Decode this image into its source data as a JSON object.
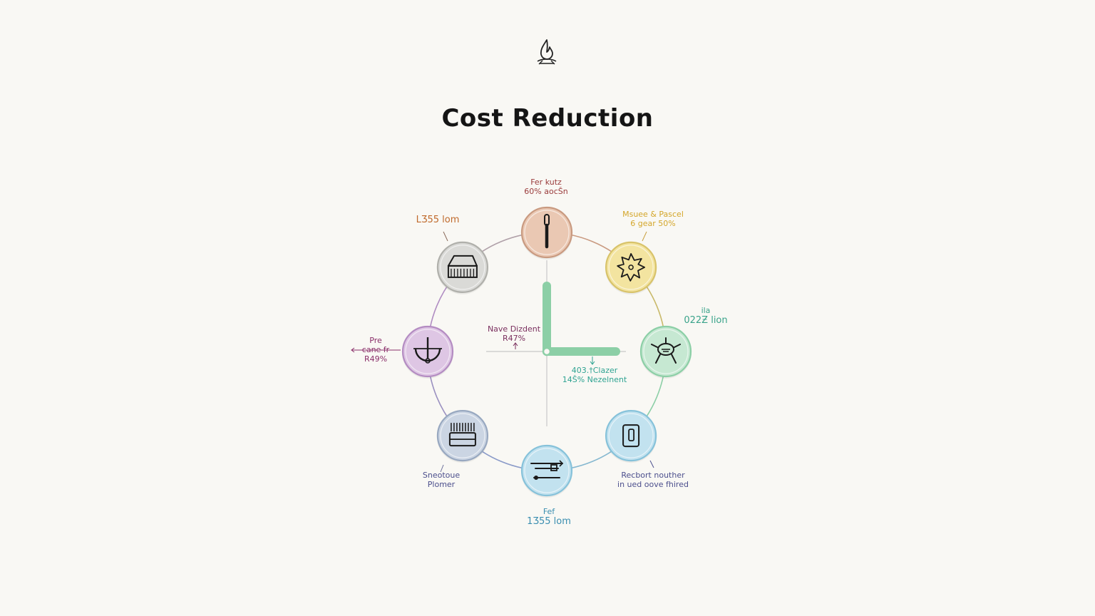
{
  "title": "Cost Reduction",
  "logo_icon": "campfire-icon",
  "colors": {
    "ring": "#a7a2c2",
    "hand": "#8ccfa6",
    "crosshair": "#c8c8c8"
  },
  "nodes": [
    {
      "id": "top",
      "icon": "screwdriver-icon",
      "fill": "#eac8b3",
      "border": "#c99a80",
      "label_color": "#9a3b3b",
      "lines": [
        "Fer kutz",
        "60% aocŠn"
      ]
    },
    {
      "id": "top-right",
      "icon": "gear-burst-icon",
      "fill": "#f3e4a0",
      "border": "#d8c36a",
      "label_color": "#d4a62a",
      "lines": [
        "Msuee & Pascel",
        "6 gear 50%"
      ]
    },
    {
      "id": "right",
      "icon": "sun-gear-icon",
      "fill": "#c6e8d2",
      "border": "#8ccfa6",
      "label_color": "#3aa38a",
      "lines": [
        "ila",
        "022Ƶ lion"
      ]
    },
    {
      "id": "bottom-right",
      "icon": "bottle-icon",
      "fill": "#c2e2ef",
      "border": "#86c2da",
      "label_color": "#4b4e8c",
      "lines": [
        "Recbort nouther",
        "in ued oove fhired"
      ]
    },
    {
      "id": "bottom",
      "icon": "tools-icon",
      "fill": "#c2e2ef",
      "border": "#86c2da",
      "label_color": "#3a8eb0",
      "lines": [
        "Fef",
        "1Ʒ55 lom"
      ]
    },
    {
      "id": "bottom-left",
      "icon": "server-rack-icon",
      "fill": "#cbd5e3",
      "border": "#98a8c0",
      "label_color": "#4b4e8c",
      "lines": [
        "Sneotoue",
        "Plomer"
      ]
    },
    {
      "id": "left",
      "icon": "plug-circle-icon",
      "fill": "#dec6e4",
      "border": "#b48cc2",
      "label_color": "#8a2f6a",
      "lines": [
        "Pre",
        "cane fr",
        "R49%"
      ]
    },
    {
      "id": "top-left",
      "icon": "warehouse-icon",
      "fill": "#dadad7",
      "border": "#b0b0ab",
      "label_color": "#c06a2c",
      "lines": [
        "LƷ55 lom"
      ]
    }
  ],
  "center_labels": [
    {
      "id": "center-left",
      "color": "#7a2f5e",
      "lines": [
        "Nave Dizdent",
        "R47%"
      ]
    },
    {
      "id": "center-bottom",
      "color": "#2fa392",
      "lines": [
        "403.†Clazer",
        "14Š% Nezelnent"
      ]
    }
  ]
}
